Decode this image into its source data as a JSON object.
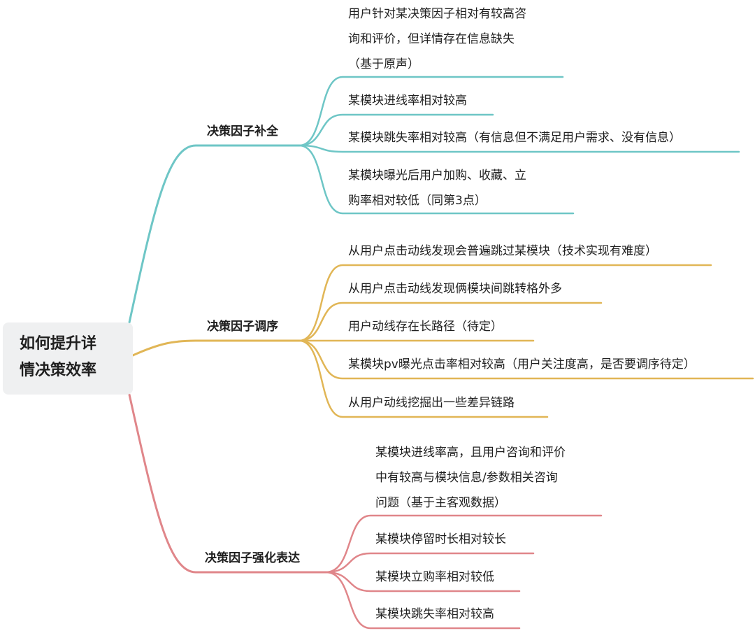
{
  "root": {
    "lines": [
      "如何提升详",
      "情决策效率"
    ]
  },
  "colors": {
    "branch1": "#6ec6c6",
    "branch2": "#e1b656",
    "branch3": "#e0868a",
    "root_bg": "#eff0f1"
  },
  "branches": [
    {
      "label": "决策因子补全",
      "children": [
        {
          "lines": [
            "用户针对某决策因子相对有较高咨",
            "询和评价，但详情存在信息缺失",
            "（基于原声）"
          ]
        },
        {
          "lines": [
            "某模块进线率相对较高"
          ]
        },
        {
          "lines": [
            "某模块跳失率相对较高（有信息但不满足用户需求、没有信息）"
          ]
        },
        {
          "lines": [
            "某模块曝光后用户加购、收藏、立",
            "购率相对较低（同第3点）"
          ]
        }
      ]
    },
    {
      "label": "决策因子调序",
      "children": [
        {
          "lines": [
            "从用户点击动线发现会普遍跳过某模块（技术实现有难度）"
          ]
        },
        {
          "lines": [
            "从用户点击动线发现俩模块间跳转格外多"
          ]
        },
        {
          "lines": [
            "用户动线存在长路径（待定）"
          ]
        },
        {
          "lines": [
            "某模块pv曝光点击率相对较高（用户关注度高，是否要调序待定）"
          ]
        },
        {
          "lines": [
            "从用户动线挖掘出一些差异链路"
          ]
        }
      ]
    },
    {
      "label": "决策因子强化表达",
      "children": [
        {
          "lines": [
            "某模块进线率高，且用户咨询和评价",
            "中有较高与模块信息/参数相关咨询",
            "问题（基于主客观数据）"
          ]
        },
        {
          "lines": [
            "某模块停留时长相对较长"
          ]
        },
        {
          "lines": [
            "某模块立购率相对较低"
          ]
        },
        {
          "lines": [
            "某模块跳失率相对较高"
          ]
        }
      ]
    }
  ]
}
